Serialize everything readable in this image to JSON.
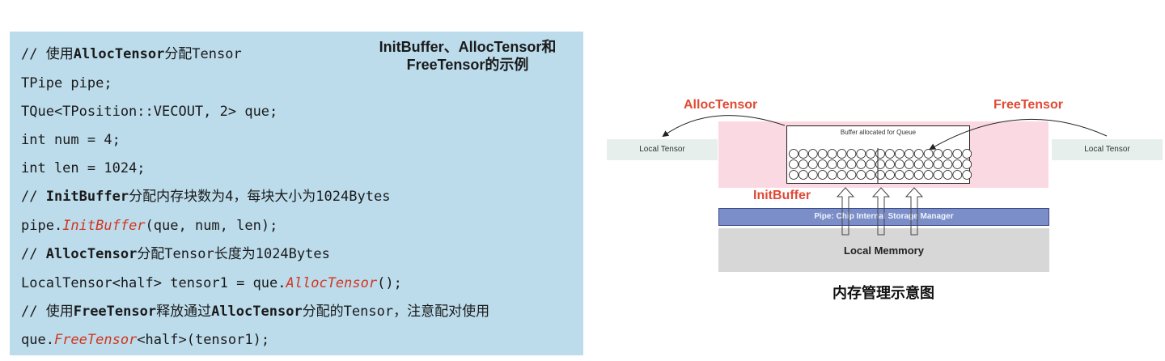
{
  "code_panel": {
    "title_line1": "InitBuffer、AllocTensor和",
    "title_line2": "FreeTensor的示例",
    "lines": {
      "l1_prefix": "// 使用",
      "l1_bold": "AllocTensor",
      "l1_suffix": "分配Tensor",
      "l2": "TPipe pipe;",
      "l3": "TQue<TPosition::VECOUT, 2> que;",
      "l4": "int num = 4;",
      "l5": "int len = 1024;",
      "l6_prefix": "// ",
      "l6_bold": "InitBuffer",
      "l6_suffix": "分配内存块数为4，每块大小为1024Bytes",
      "l7_prefix": "pipe.",
      "l7_fn": "InitBuffer",
      "l7_suffix": "(que, num, len);",
      "l8_prefix": "// ",
      "l8_bold": "AllocTensor",
      "l8_suffix": "分配Tensor长度为1024Bytes",
      "l9_prefix": "LocalTensor<half> tensor1 = que.",
      "l9_fn": "AllocTensor",
      "l9_suffix": "();",
      "l10_prefix": "// 使用",
      "l10_bold1": "FreeTensor",
      "l10_mid": "释放通过",
      "l10_bold2": "AllocTensor",
      "l10_suffix": "分配的Tensor，注意配对使用",
      "l11_prefix": "que.",
      "l11_fn": "FreeTensor",
      "l11_suffix": "<half>(tensor1);"
    }
  },
  "diagram": {
    "alloc_label": "AllocTensor",
    "free_label": "FreeTensor",
    "init_label": "InitBuffer",
    "local_tensor_left": "Local Tensor",
    "local_tensor_right": "Local Tensor",
    "buffer_title": "Buffer allocated for Queue",
    "pipe_label": "Pipe: Chip Internal Storage Manager",
    "local_memory_label": "Local Memmory",
    "caption": "内存管理示意图",
    "colors": {
      "accent_red": "#e04a35",
      "pink_region": "#fbd9e2",
      "pipe_bar": "#7b8ec7",
      "local_memory": "#d7d7d7",
      "code_bg": "#bcdcec"
    }
  }
}
